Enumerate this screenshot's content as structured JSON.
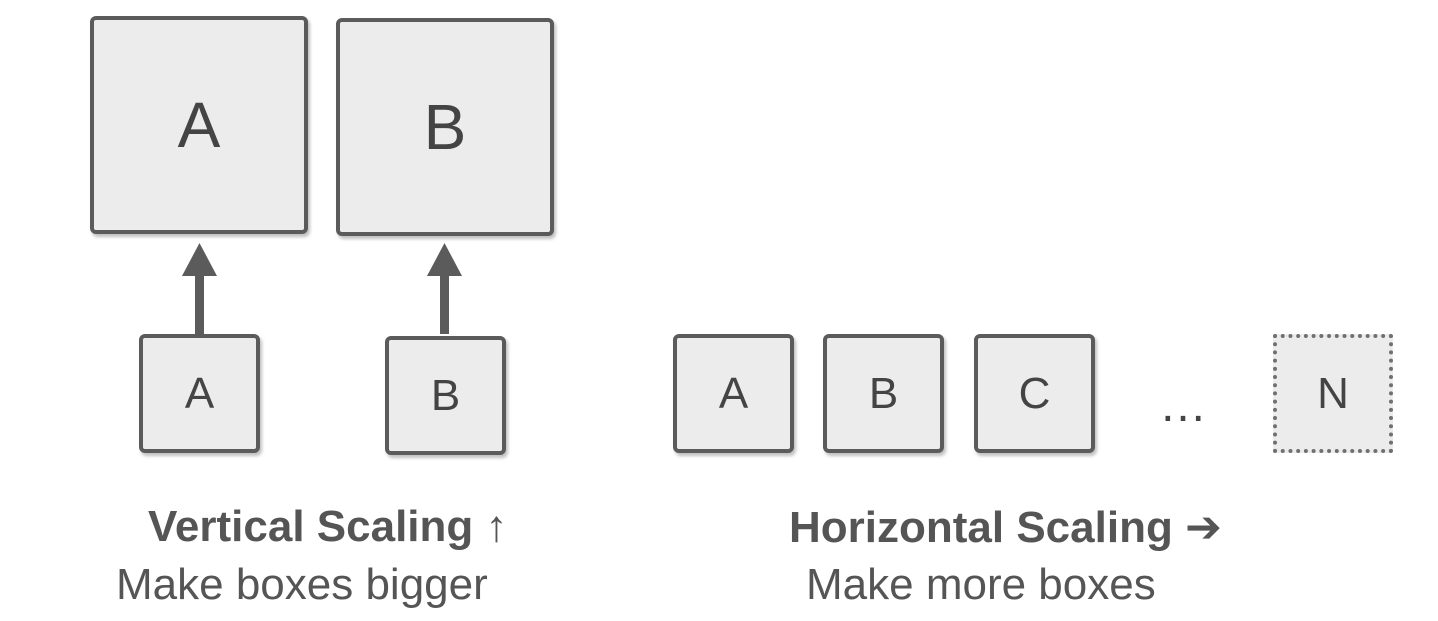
{
  "vertical": {
    "big_boxes": [
      "A",
      "B"
    ],
    "small_boxes": [
      "A",
      "B"
    ],
    "title": "Vertical Scaling ↑",
    "subtitle": "Make boxes bigger"
  },
  "horizontal": {
    "boxes": [
      "A",
      "B",
      "C"
    ],
    "ellipsis": "…",
    "last_box": "N",
    "title": "Horizontal Scaling ➔",
    "subtitle": "Make more boxes"
  },
  "colors": {
    "box_fill": "#ececec",
    "box_border": "#5b5b5b",
    "text": "#555555"
  }
}
